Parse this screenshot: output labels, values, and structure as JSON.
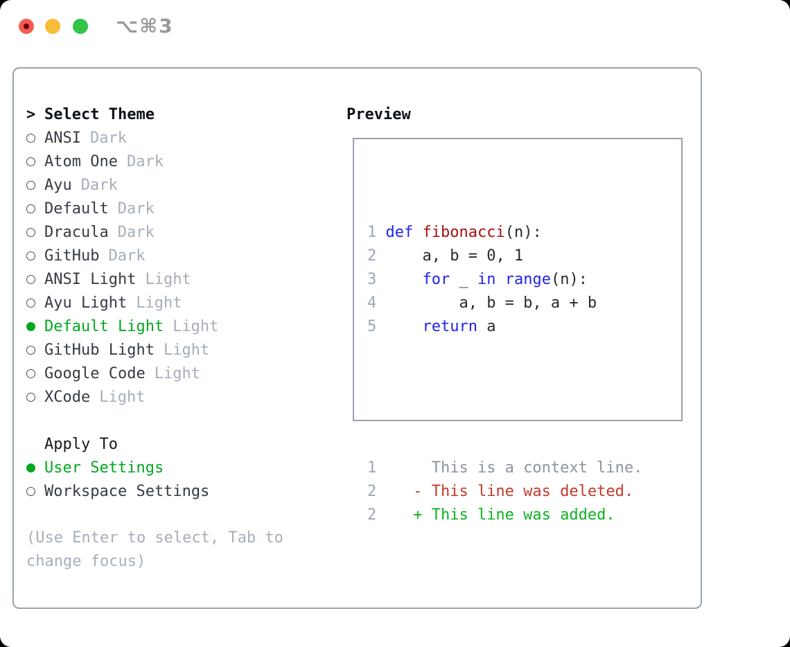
{
  "window": {
    "title": "⌥⌘3",
    "traffic_lights": [
      "close",
      "minimize",
      "zoom"
    ]
  },
  "theme_list": {
    "prompt": ">",
    "header": "Select Theme",
    "items": [
      {
        "name": "ANSI",
        "tag": "Dark",
        "selected": false
      },
      {
        "name": "Atom One",
        "tag": "Dark",
        "selected": false
      },
      {
        "name": "Ayu",
        "tag": "Dark",
        "selected": false
      },
      {
        "name": "Default",
        "tag": "Dark",
        "selected": false
      },
      {
        "name": "Dracula",
        "tag": "Dark",
        "selected": false
      },
      {
        "name": "GitHub",
        "tag": "Dark",
        "selected": false
      },
      {
        "name": "ANSI Light",
        "tag": "Light",
        "selected": false
      },
      {
        "name": "Ayu Light",
        "tag": "Light",
        "selected": false
      },
      {
        "name": "Default Light",
        "tag": "Light",
        "selected": true
      },
      {
        "name": "GitHub Light",
        "tag": "Light",
        "selected": false
      },
      {
        "name": "Google Code",
        "tag": "Light",
        "selected": false
      },
      {
        "name": "XCode",
        "tag": "Light",
        "selected": false
      }
    ]
  },
  "apply_to": {
    "header": "Apply To",
    "items": [
      {
        "name": "User Settings",
        "selected": true
      },
      {
        "name": "Workspace Settings",
        "selected": false
      }
    ]
  },
  "hint_lines": [
    "(Use Enter to select, Tab to",
    "change focus)"
  ],
  "preview": {
    "label": "Preview",
    "code_lines": [
      {
        "num": "1",
        "tokens": [
          {
            "c": "kw",
            "t": "def"
          },
          {
            "c": "p",
            "t": " "
          },
          {
            "c": "fn",
            "t": "fibonacci"
          },
          {
            "c": "p",
            "t": "(n):"
          }
        ]
      },
      {
        "num": "2",
        "tokens": [
          {
            "c": "p",
            "t": "    a, b = 0, 1"
          }
        ]
      },
      {
        "num": "3",
        "tokens": [
          {
            "c": "p",
            "t": "    "
          },
          {
            "c": "kw",
            "t": "for"
          },
          {
            "c": "p",
            "t": " _ "
          },
          {
            "c": "kw",
            "t": "in"
          },
          {
            "c": "p",
            "t": " "
          },
          {
            "c": "kw",
            "t": "range"
          },
          {
            "c": "p",
            "t": "(n):"
          }
        ]
      },
      {
        "num": "4",
        "tokens": [
          {
            "c": "p",
            "t": "        a, b = b, a + b"
          }
        ]
      },
      {
        "num": "5",
        "tokens": [
          {
            "c": "p",
            "t": "    "
          },
          {
            "c": "kw",
            "t": "return"
          },
          {
            "c": "p",
            "t": " a"
          }
        ]
      }
    ],
    "diff_lines": [
      {
        "num": "1",
        "kind": "ctx",
        "prefix": "      ",
        "text": "This is a context line."
      },
      {
        "num": "2",
        "kind": "del",
        "prefix": "    - ",
        "text": "This line was deleted."
      },
      {
        "num": "2",
        "kind": "add",
        "prefix": "    + ",
        "text": "This line was added."
      }
    ]
  },
  "colors": {
    "green": "#00a81f",
    "kw": "#2222ee",
    "fn": "#a80e0e",
    "del": "#c13a2a",
    "add": "#0bb41f",
    "muted": "#a6aeba",
    "lnum": "#9ba5b3",
    "ctx": "#8d949c",
    "dark": "#353b43",
    "header": "#0d1117",
    "border": "#9aa2ad"
  }
}
